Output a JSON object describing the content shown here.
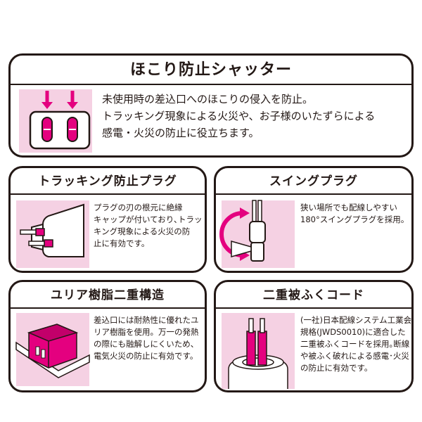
{
  "colors": {
    "accent": "#e4007f",
    "pink_bg": "#f5d1e3",
    "outline": "#231815"
  },
  "dust_shutter": {
    "title": "ほこり防止シャッター",
    "description": "未使用時の差込口へのほこりの侵入を防止。\nトラッキング現象による火災や、お子様のいたずらによる\n感電・火災の防止に役立ちます。",
    "icon": "outlet-shutter-icon"
  },
  "tracking_plug": {
    "title": "トラッキング防止プラグ",
    "description": "プラグの刃の根元に絶縁\nキャップが付いており､トラッ\nキング現象による火災の防\n止に有効です。",
    "icon": "plug-icon"
  },
  "swing_plug": {
    "title": "スイングプラグ",
    "description": "狭い場所でも配線しやすい\n180°スイングプラグを採用。",
    "icon": "swing-plug-icon"
  },
  "urea_resin": {
    "title": "ユリア樹脂二重構造",
    "description": "差込口には耐熱性に優れたユ\nリア樹脂を使用。万一の発熱\nの際にも融解しにくいため、\n電気火災の防止に有効です。",
    "icon": "socket-block-icon"
  },
  "double_cord": {
    "title": "二重被ふくコード",
    "description": "(一社)日本配線システム工業会\n規格(JWDS0010)に適合した\n二重被ふくコードを採用｡断線\nや被ふく破れによる感電･火災\nの防止に有効です。",
    "icon": "double-cord-icon"
  }
}
